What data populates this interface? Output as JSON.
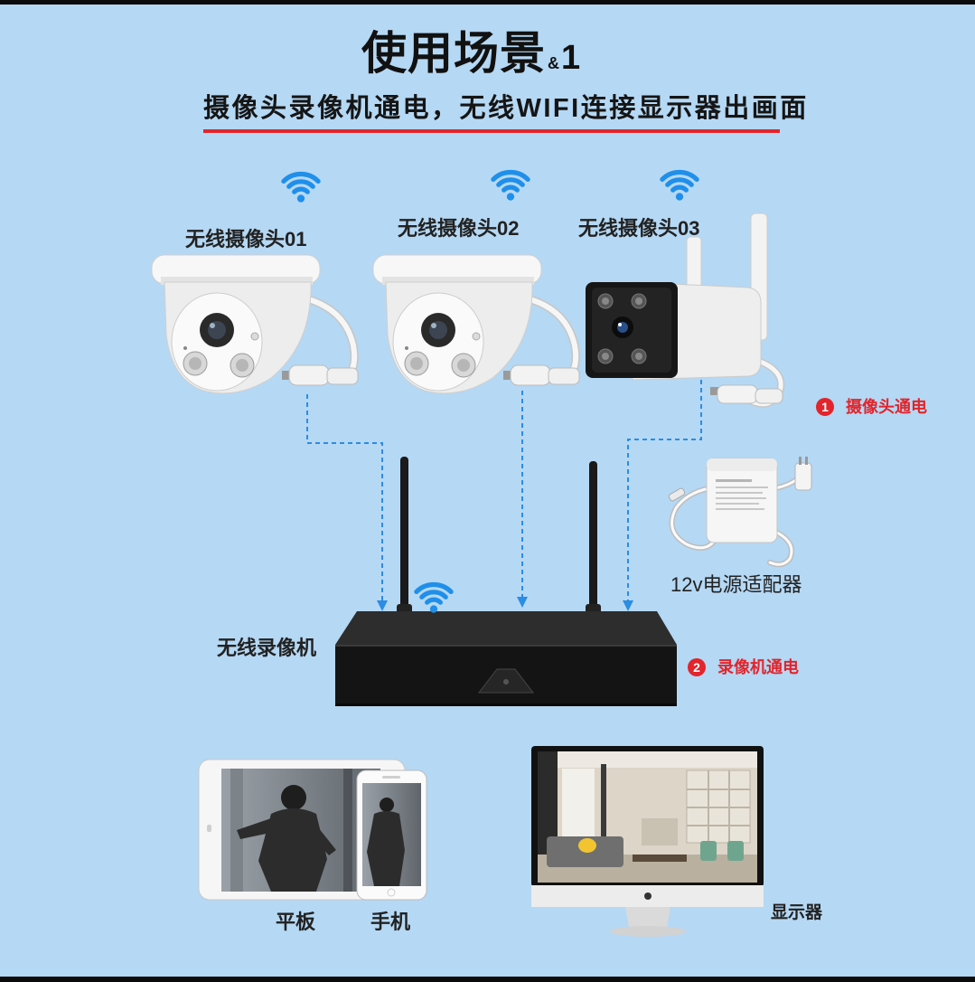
{
  "title": {
    "main": "使用场景",
    "amp": "&",
    "num": "1"
  },
  "subtitle": "摄像头录像机通电，无线WIFI连接显示器出画面",
  "cameras": [
    {
      "label": "无线摄像头01"
    },
    {
      "label": "无线摄像头02"
    },
    {
      "label": "无线摄像头03"
    }
  ],
  "steps": [
    {
      "num": "1",
      "text": "摄像头通电"
    },
    {
      "num": "2",
      "text": "录像机通电"
    }
  ],
  "adapter": {
    "label": "12v电源适配器"
  },
  "recorder": {
    "label": "无线录像机"
  },
  "devices": {
    "tablet": "平板",
    "phone": "手机",
    "monitor": "显示器"
  },
  "icons": {
    "wifi": "wifi-icon"
  },
  "colors": {
    "background": "#b5d8f4",
    "accent": "#e3242b",
    "link": "#2b8de3",
    "wifi": "#1f8fea"
  }
}
